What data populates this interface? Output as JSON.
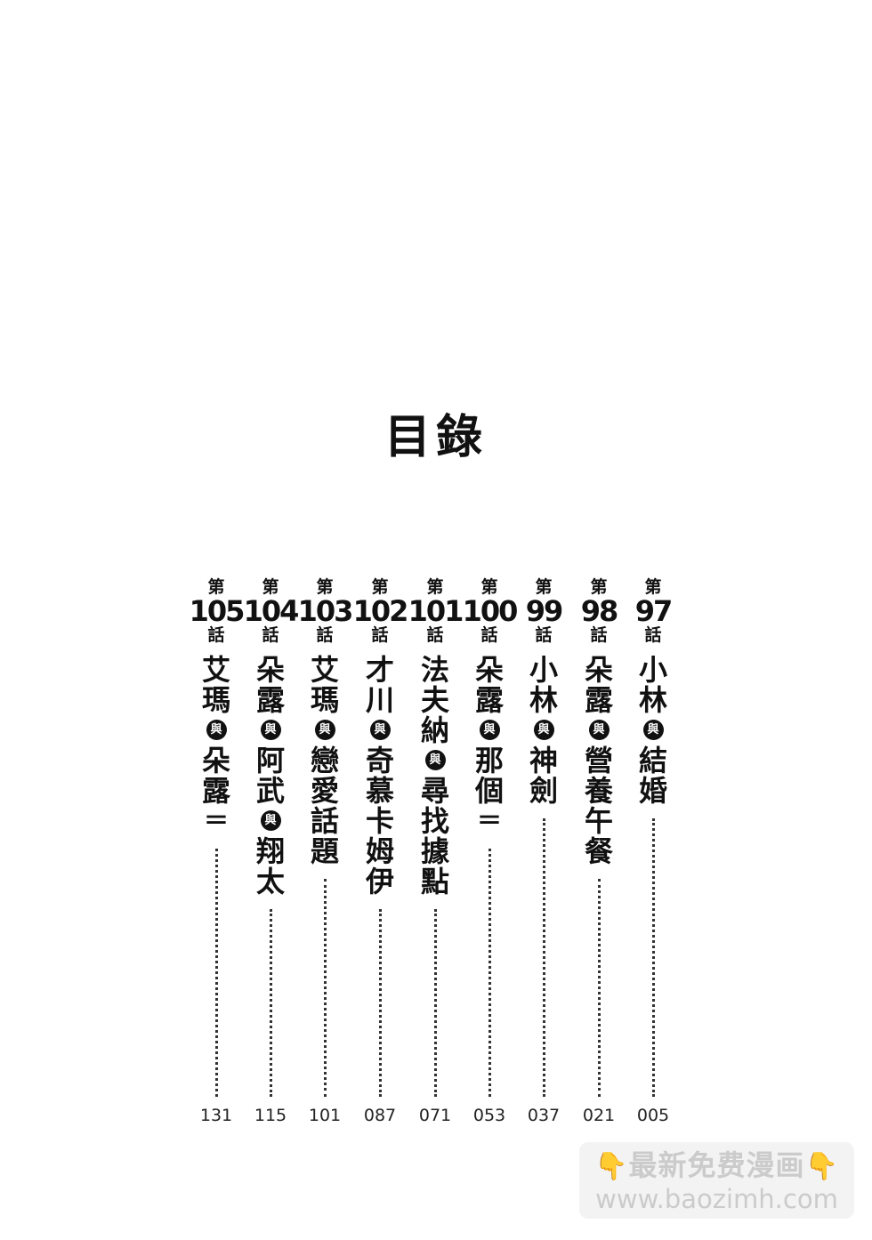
{
  "title": "目錄",
  "chapter_prefix": "第",
  "chapter_suffix": "話",
  "connector": "與",
  "chapters": [
    {
      "num": "105",
      "title": [
        "艾",
        "瑪",
        "與",
        "朵",
        "露",
        "＝"
      ],
      "page": "131"
    },
    {
      "num": "104",
      "title": [
        "朵",
        "露",
        "與",
        "阿",
        "武",
        "與",
        "翔",
        "太"
      ],
      "page": "115"
    },
    {
      "num": "103",
      "title": [
        "艾",
        "瑪",
        "與",
        "戀",
        "愛",
        "話",
        "題"
      ],
      "page": "101"
    },
    {
      "num": "102",
      "title": [
        "才",
        "川",
        "與",
        "奇",
        "慕",
        "卡",
        "姆",
        "伊"
      ],
      "page": "087"
    },
    {
      "num": "101",
      "title": [
        "法",
        "夫",
        "納",
        "與",
        "尋",
        "找",
        "據",
        "點"
      ],
      "page": "071"
    },
    {
      "num": "100",
      "title": [
        "朵",
        "露",
        "與",
        "那",
        "個",
        "＝"
      ],
      "page": "053"
    },
    {
      "num": "99",
      "title": [
        "小",
        "林",
        "與",
        "神",
        "劍"
      ],
      "page": "037"
    },
    {
      "num": "98",
      "title": [
        "朵",
        "露",
        "與",
        "營",
        "養",
        "午",
        "餐"
      ],
      "page": "021"
    },
    {
      "num": "97",
      "title": [
        "小",
        "林",
        "與",
        "結",
        "婚"
      ],
      "page": "005"
    }
  ],
  "watermark": {
    "icon": "pointing-down-hand-icon",
    "line1": "最新免费漫画",
    "line2": "www.baozimh.com"
  }
}
